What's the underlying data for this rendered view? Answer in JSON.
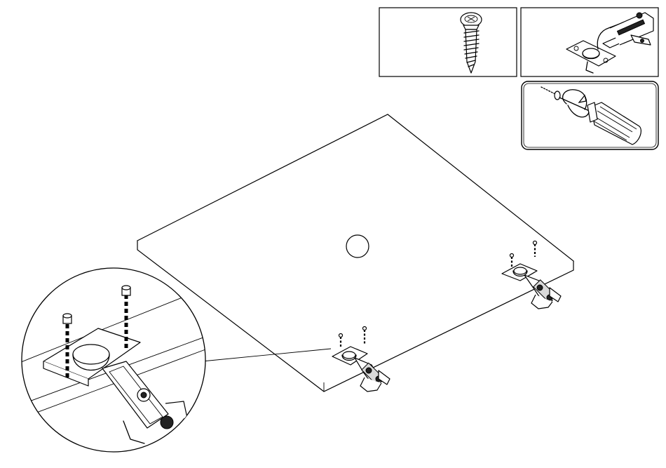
{
  "diagram": {
    "panels": [
      {
        "id": "screw-panel",
        "icon": "screw-icon"
      },
      {
        "id": "hinge-panel",
        "icon": "hinge-icon"
      },
      {
        "id": "screwdriver-panel",
        "icon": "screwdriver-icon"
      }
    ],
    "door_panel": {
      "part_label": "",
      "mark": "circle"
    },
    "hinges": {
      "count": 2,
      "screws_per_hinge": 2
    },
    "detail_view": {
      "shape": "circle",
      "icon": "magnified-hinge-icon"
    },
    "colors": {
      "line": "#000000",
      "background": "#ffffff",
      "shade": "#d9d9d9"
    }
  }
}
